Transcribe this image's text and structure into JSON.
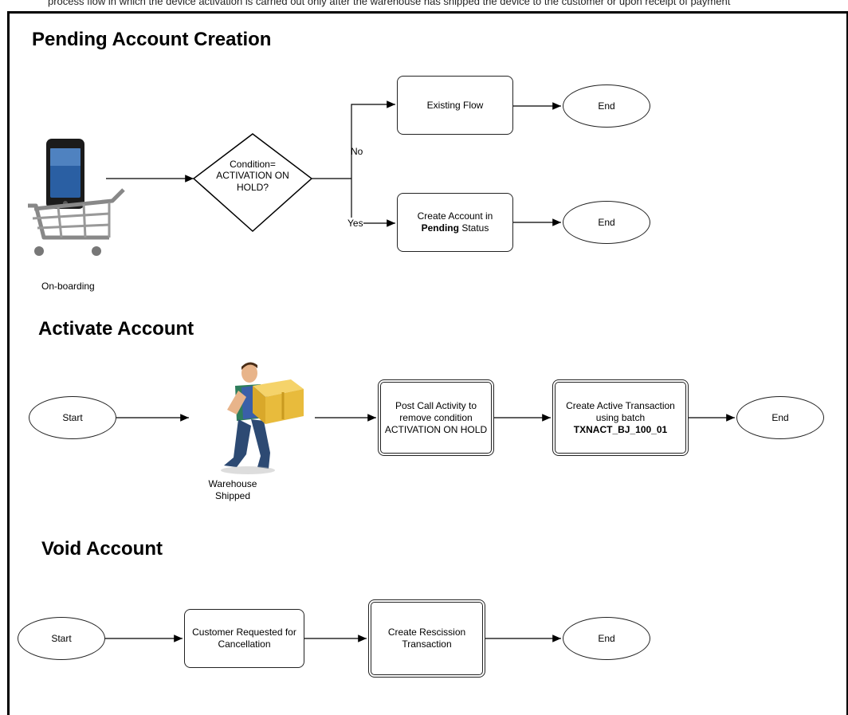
{
  "crop_text": "process flow in which the device activation is carried out only after the warehouse has shipped the device to the customer or upon receipt of payment",
  "sections": [
    {
      "title": "Pending Account Creation",
      "actor_label": "On-boarding",
      "decision": "Condition= ACTIVATION ON HOLD?",
      "branch_no": "No",
      "branch_yes": "Yes",
      "existing_flow": "Existing Flow",
      "create_pending": {
        "pre": "Create Account in",
        "bold": "Pending",
        "post": "Status"
      },
      "end_1": "End",
      "end_2": "End"
    },
    {
      "title": "Activate Account",
      "start": "Start",
      "actor_label": "Warehouse Shipped",
      "post_call": "Post Call Activity to remove condition ACTIVATION ON HOLD",
      "create_active": {
        "text": "Create Active Transaction using batch",
        "bold": "TXNACT_BJ_100_01"
      },
      "end": "End"
    },
    {
      "title": "Void Account",
      "start": "Start",
      "customer_requested": "Customer Requested for Cancellation",
      "rescission": "Create Rescission Transaction",
      "end": "End"
    }
  ],
  "icons": [
    "phone-in-cart-icon",
    "warehouse-worker-icon"
  ]
}
